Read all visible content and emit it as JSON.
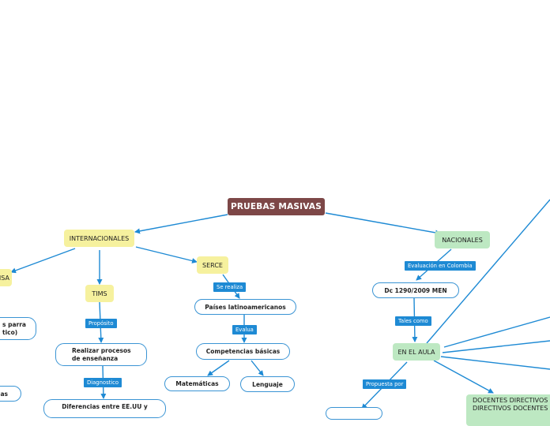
{
  "root": "PRUEBAS MASIVAS",
  "internacionales": "INTERNACIONALES",
  "nacionales": "NACIONALES",
  "pisa": "PISA",
  "tims": "TIMS",
  "serce": "SERCE",
  "left_pill_1_line1": "s parra",
  "left_pill_1_line2": "tico)",
  "left_pill_2": "cas",
  "tims_label": "Propósito",
  "tims_child": "Realizar procesos de enseñanza",
  "tims_child_label": "Diagnostico",
  "tims_grandchild": "Diferencias entre EE.UU  y",
  "serce_label": "Se realiza",
  "serce_child": "Países latinoamericanos",
  "evalua_label": "Evalua",
  "competencias": "Competencias básicas",
  "matematicas": "Matemáticas",
  "lenguaje": "Lenguaje",
  "nac_label": "Evaluación en Colombia",
  "dc": "Dc 1290/2009 MEN",
  "tales_label": "Tales como",
  "aula": "EN EL AULA",
  "propuesta_label": "Propuesta por",
  "docentes": "DOCENTES DIRECTIVOS Y DIRECTIVOS DOCENTES"
}
